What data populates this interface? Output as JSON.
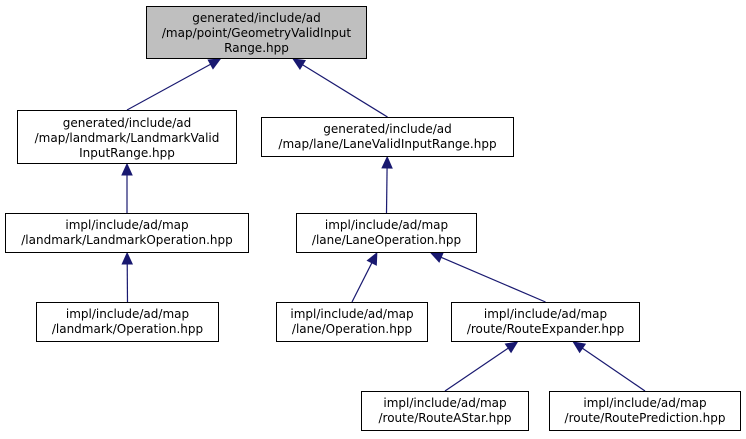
{
  "colors": {
    "edge": "#191970",
    "root_fill": "#bfbfbf",
    "node_fill": "#ffffff",
    "border": "#000000"
  },
  "nodes": [
    {
      "id": "geometry",
      "lines": [
        "generated/include/ad",
        "/map/point/GeometryValidInput",
        "Range.hpp"
      ],
      "root": true
    },
    {
      "id": "landmark-valid",
      "lines": [
        "generated/include/ad",
        "/map/landmark/LandmarkValid",
        "InputRange.hpp"
      ]
    },
    {
      "id": "lane-valid",
      "lines": [
        "generated/include/ad",
        "/map/lane/LaneValidInputRange.hpp"
      ]
    },
    {
      "id": "landmark-operation",
      "lines": [
        "impl/include/ad/map",
        "/landmark/LandmarkOperation.hpp"
      ]
    },
    {
      "id": "lane-operation",
      "lines": [
        "impl/include/ad/map",
        "/lane/LaneOperation.hpp"
      ]
    },
    {
      "id": "landmark-op",
      "lines": [
        "impl/include/ad/map",
        "/landmark/Operation.hpp"
      ]
    },
    {
      "id": "lane-op",
      "lines": [
        "impl/include/ad/map",
        "/lane/Operation.hpp"
      ]
    },
    {
      "id": "route-expander",
      "lines": [
        "impl/include/ad/map",
        "/route/RouteExpander.hpp"
      ]
    },
    {
      "id": "route-astar",
      "lines": [
        "impl/include/ad/map",
        "/route/RouteAStar.hpp"
      ]
    },
    {
      "id": "route-prediction",
      "lines": [
        "impl/include/ad/map",
        "/route/RoutePrediction.hpp"
      ]
    }
  ],
  "edges": [
    {
      "from": "landmark-valid",
      "to": "geometry"
    },
    {
      "from": "lane-valid",
      "to": "geometry"
    },
    {
      "from": "landmark-operation",
      "to": "landmark-valid"
    },
    {
      "from": "lane-operation",
      "to": "lane-valid"
    },
    {
      "from": "landmark-op",
      "to": "landmark-operation"
    },
    {
      "from": "lane-op",
      "to": "lane-operation"
    },
    {
      "from": "route-expander",
      "to": "lane-operation"
    },
    {
      "from": "route-astar",
      "to": "route-expander"
    },
    {
      "from": "route-prediction",
      "to": "route-expander"
    }
  ]
}
